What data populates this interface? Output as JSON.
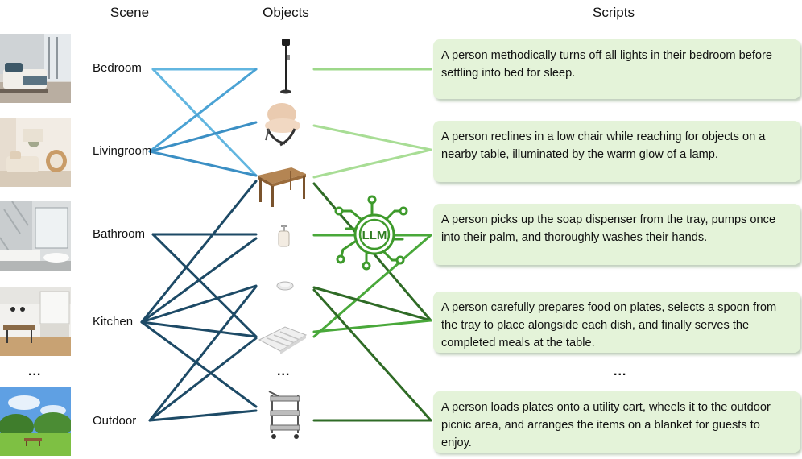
{
  "headers": {
    "scene": "Scene",
    "objects": "Objects",
    "scripts": "Scripts"
  },
  "scenes": [
    {
      "label": "Bedroom"
    },
    {
      "label": "Livingroom"
    },
    {
      "label": "Bathroom"
    },
    {
      "label": "Kitchen"
    },
    {
      "label": "..."
    },
    {
      "label": "Outdoor"
    }
  ],
  "objects": [
    {
      "icon": "floor-lamp-icon"
    },
    {
      "icon": "lounge-chair-icon"
    },
    {
      "icon": "wooden-table-icon"
    },
    {
      "icon": "soap-dispenser-icon"
    },
    {
      "icon": "plate-icon"
    },
    {
      "icon": "cutlery-tray-icon"
    },
    {
      "label": "..."
    },
    {
      "icon": "utility-cart-icon"
    }
  ],
  "llm": {
    "label": "LLM",
    "icon": "llm-chip-icon"
  },
  "scripts": [
    {
      "text": "A person methodically turns off all lights in their bedroom before settling into bed for sleep."
    },
    {
      "text": "A person reclines in a low chair while reaching for objects on a nearby table, illuminated by the warm glow of a lamp."
    },
    {
      "text": "A person picks up the soap dispenser from the tray, pumps once into their palm, and thoroughly washes their hands."
    },
    {
      "text": "A person carefully prepares food on plates, selects a spoon from the tray to place alongside each dish, and finally serves the completed meals at the table."
    },
    {
      "label": "..."
    },
    {
      "text": "A person loads plates onto a utility cart, wheels it to the outdoor picnic area, and arranges the items on a blanket for guests to enjoy."
    }
  ],
  "colors": {
    "light_blue": "#62b6e0",
    "mid_blue": "#3b8fc4",
    "dark_blue": "#1d4a66",
    "light_green": "#9dd88a",
    "mid_green": "#49a83a",
    "dark_green": "#2f6b26",
    "script_bg": "#e4f3d9"
  }
}
